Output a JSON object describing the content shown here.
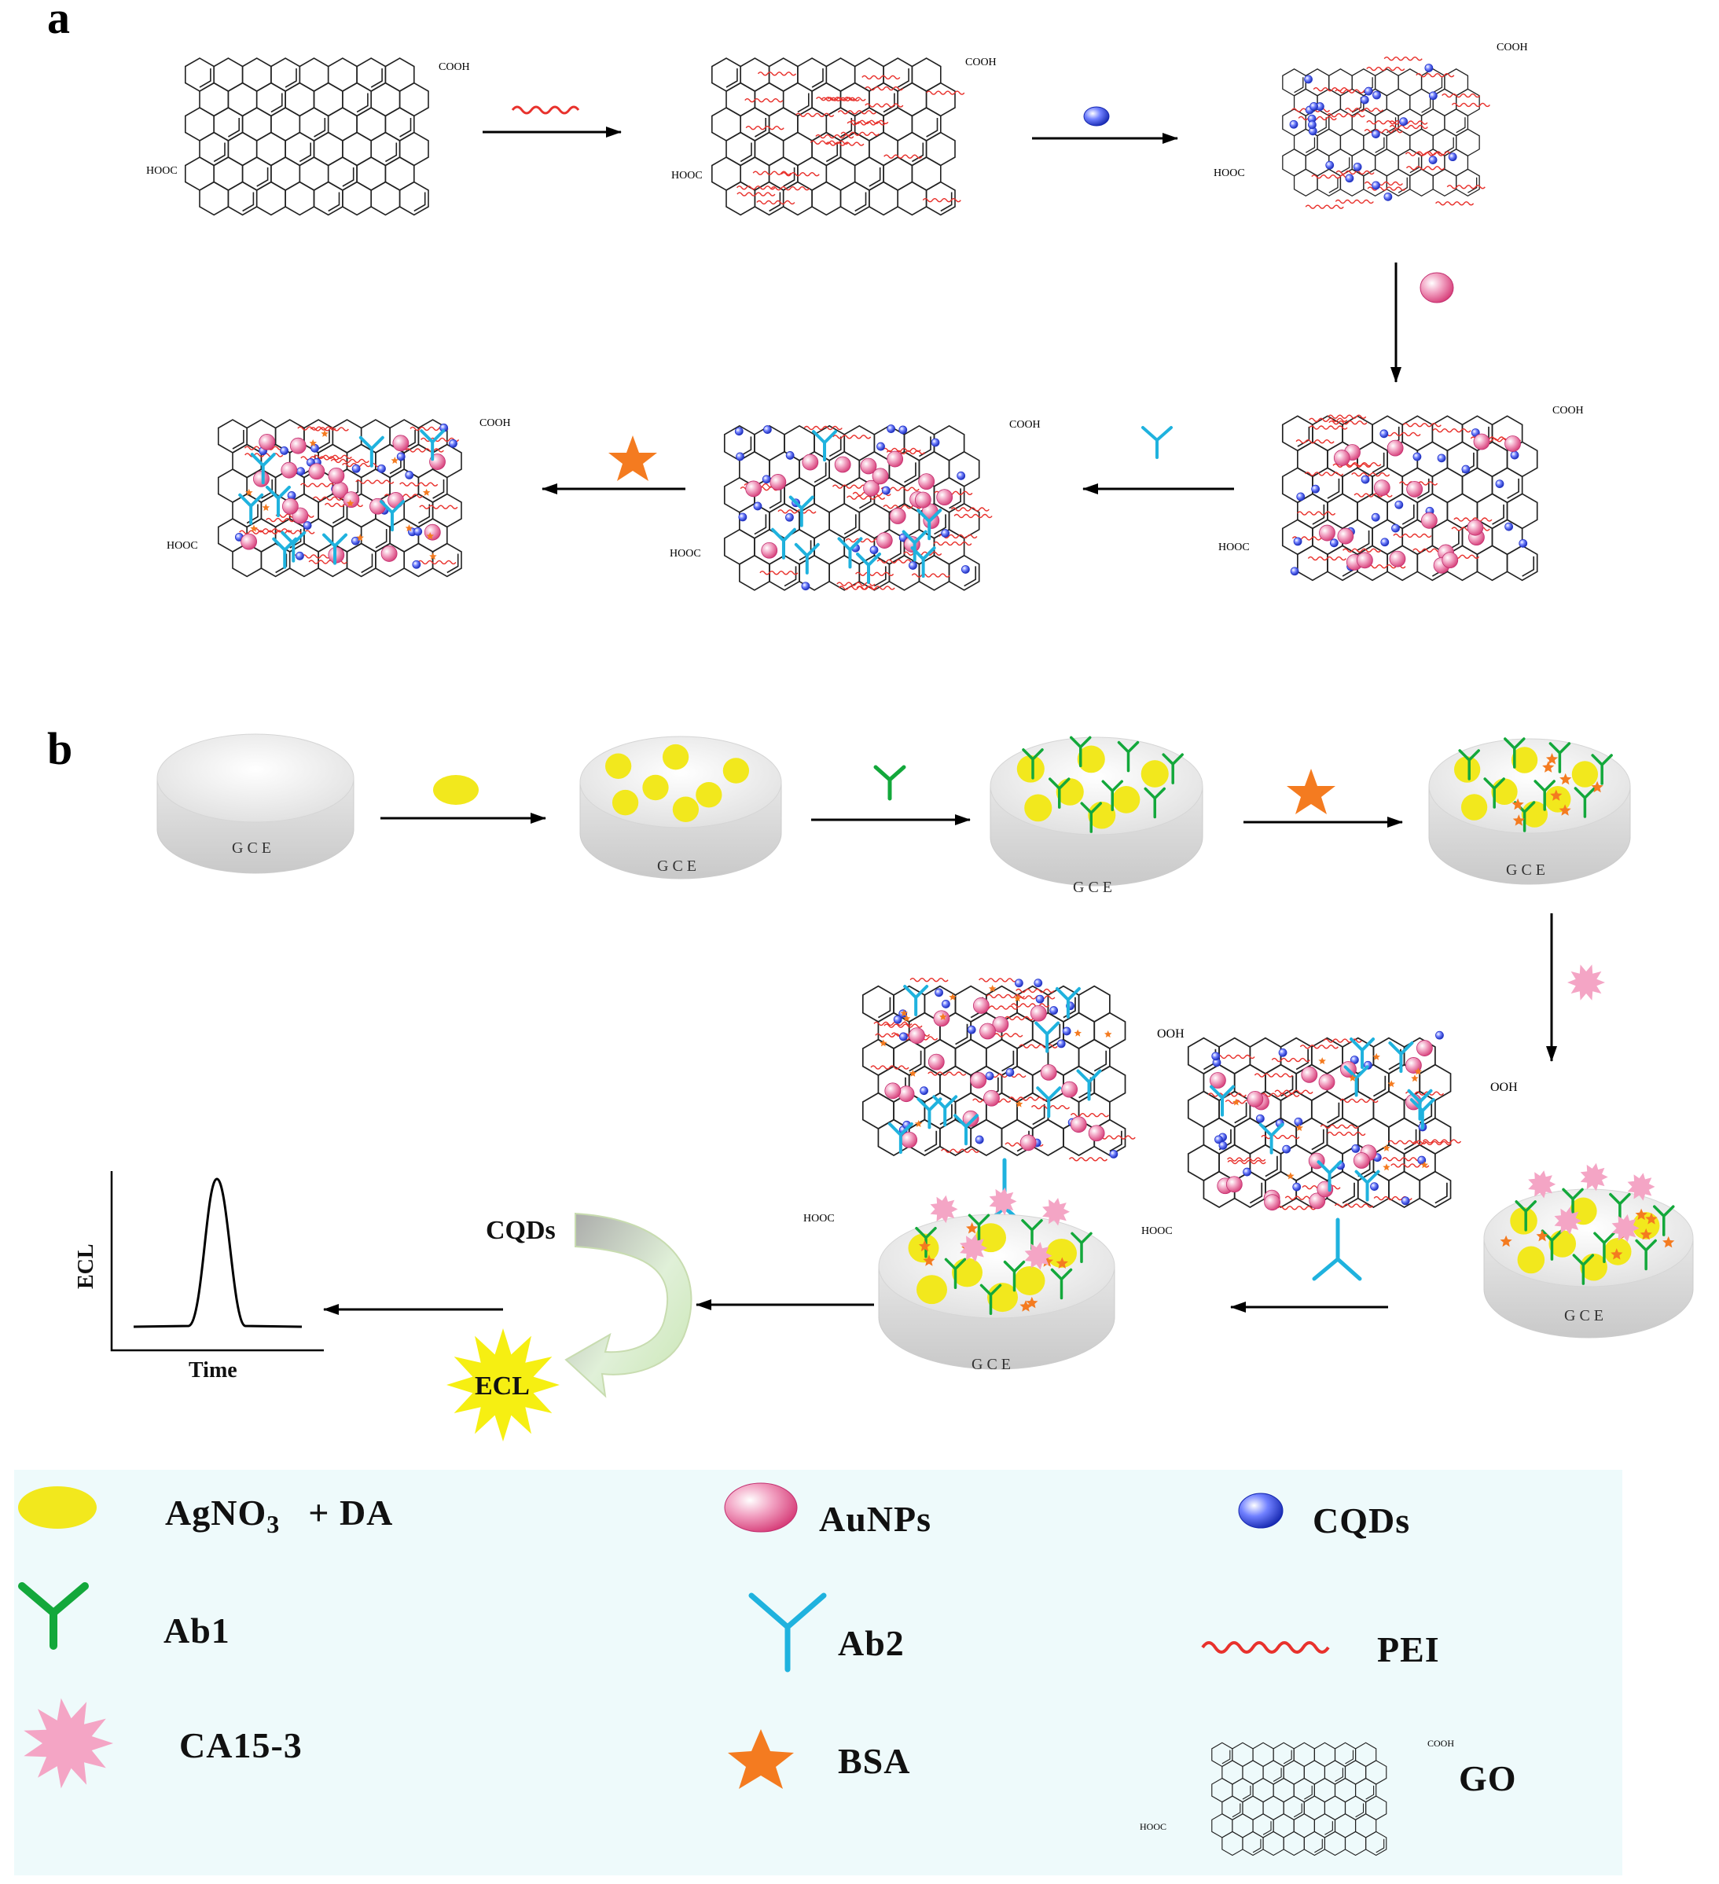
{
  "panels": {
    "a": "a",
    "b": "b"
  },
  "labels": {
    "cooh": "COOH",
    "hooc": "HOOC",
    "cooh_cut": "OOH",
    "gce": "GCE"
  },
  "graph": {
    "ylabel": "ECL",
    "xlabel": "Time"
  },
  "ecl_step": {
    "cqds": "CQDs",
    "burst": "ECL"
  },
  "legend": {
    "background": "#eefafb",
    "agno3_a": "AgNO",
    "agno3_sub": "3",
    "agno3_b": "+   DA",
    "aunps": "AuNPs",
    "cqds": "CQDs",
    "ab1": "Ab1",
    "ab2": "Ab2",
    "pei": "PEI",
    "ca153": "CA15-3",
    "bsa": "BSA",
    "go": "GO"
  },
  "colors": {
    "pei": "#e8312c",
    "cqd": "#2233c8",
    "aunp": "#ea5d93",
    "ab1": "#13a83b",
    "ab2": "#1fb2de",
    "bsa": "#f47b20",
    "ca153": "#f4a5c5",
    "agdot": "#f2e81d",
    "ecl": "#f6ef12"
  },
  "icons": [
    "graphene-oxide-sheet",
    "pei-wave",
    "cqd-sphere",
    "aunp-sphere",
    "ab1-antibody",
    "ab2-antibody",
    "bsa-star",
    "ca153-burst",
    "gce-electrode",
    "ecl-burst",
    "curved-arrow"
  ]
}
